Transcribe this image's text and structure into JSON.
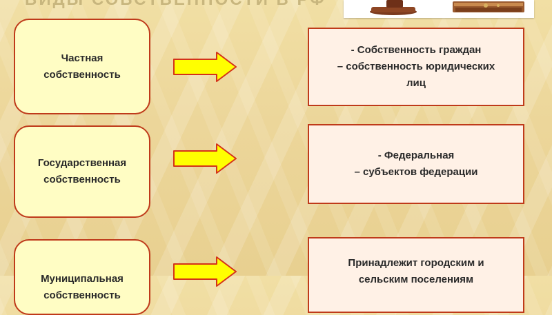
{
  "heading_fragment": "ВИДЫ СОБСТВЕННОСТИ В РФ",
  "rows": [
    {
      "category": "Частная\nсобственность",
      "description": "- Собственность граждан\n– собственность юридических\nлиц"
    },
    {
      "category": "Государственная\nсобственность",
      "description": "- Федеральная\n– субъектов федерации"
    },
    {
      "category": "Муниципальная\nсобственность",
      "description": "Принадлежит городским и\nсельским поселениям"
    }
  ],
  "colors": {
    "border": "#bf3a1a",
    "left_fill": "#fffdc4",
    "right_fill": "#fff1e6",
    "arrow_fill": "#ffff00",
    "arrow_stroke": "#d4321a"
  },
  "icons": {
    "corner_picture": "gavel-and-book-image",
    "arrow": "right-arrow-icon"
  }
}
